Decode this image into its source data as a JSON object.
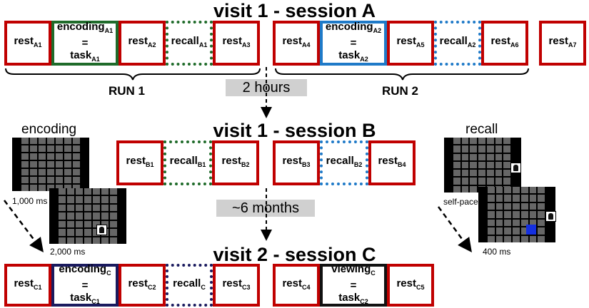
{
  "session_a": {
    "title": "visit 1 - session A",
    "boxes": [
      {
        "main": "rest",
        "sub": "A1"
      },
      {
        "main": "encoding",
        "sub": "A1",
        "line2": "=",
        "line3": "task",
        "sub3": "A1"
      },
      {
        "main": "rest",
        "sub": "A2"
      },
      {
        "main": "recall",
        "sub": "A1"
      },
      {
        "main": "rest",
        "sub": "A3"
      },
      {
        "main": "rest",
        "sub": "A4"
      },
      {
        "main": "encoding",
        "sub": "A2",
        "line2": "=",
        "line3": "task",
        "sub3": "A2"
      },
      {
        "main": "rest",
        "sub": "A5"
      },
      {
        "main": "recall",
        "sub": "A2"
      },
      {
        "main": "rest",
        "sub": "A6"
      },
      {
        "main": "rest",
        "sub": "A7"
      }
    ],
    "run1": "RUN 1",
    "run2": "RUN 2"
  },
  "gap1": "2 hours",
  "session_b": {
    "title": "visit 1 - session B",
    "boxes": [
      {
        "main": "rest",
        "sub": "B1"
      },
      {
        "main": "recall",
        "sub": "B1"
      },
      {
        "main": "rest",
        "sub": "B2"
      },
      {
        "main": "rest",
        "sub": "B3"
      },
      {
        "main": "recall",
        "sub": "B2"
      },
      {
        "main": "rest",
        "sub": "B4"
      }
    ]
  },
  "gap2": "~6 months",
  "session_c": {
    "title": "visit 2 - session C",
    "boxes": [
      {
        "main": "rest",
        "sub": "C1"
      },
      {
        "main": "encoding",
        "sub": "C",
        "line2": "=",
        "line3": "task",
        "sub3": "C1"
      },
      {
        "main": "rest",
        "sub": "C2"
      },
      {
        "main": "recall",
        "sub": "C"
      },
      {
        "main": "rest",
        "sub": "C3"
      },
      {
        "main": "rest",
        "sub": "C4"
      },
      {
        "main": "viewing",
        "sub": "C",
        "line2": "=",
        "line3": "task",
        "sub3": "C2"
      },
      {
        "main": "rest",
        "sub": "C5"
      }
    ]
  },
  "encoding_panel": {
    "label": "encoding",
    "t1": "1,000 ms",
    "t2": "2,000 ms"
  },
  "recall_panel": {
    "label": "recall",
    "t1": "self-paced",
    "t2": "400 ms"
  },
  "colors": {
    "rest": "#c00000",
    "green": "#1f6b2a",
    "blue": "#1f7ac8",
    "navy": "#1a1a5e",
    "gray_label": "#d0d0d0"
  }
}
